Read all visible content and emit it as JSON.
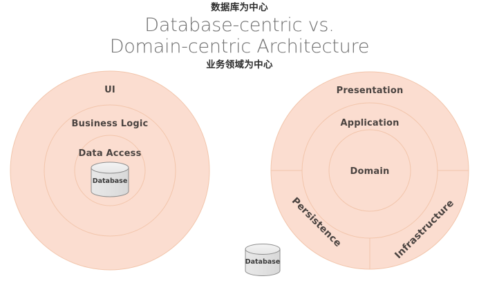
{
  "header": {
    "cn_top": "数据库为中心",
    "title_line1": "Database-centric vs.",
    "title_line2": "Domain-centric Architecture",
    "cn_bottom": "业务领域为中心"
  },
  "colors": {
    "ring_fill": "#fbddd0",
    "ring_stroke": "#f2c5ab",
    "label_text": "#4a4340",
    "title_text": "#6e6e6e",
    "cn_text": "#2b2b2b",
    "cylinder_fill": "#e3e3e3",
    "cylinder_top": "#efefef",
    "cylinder_stroke": "#8c8c8c",
    "background": "#ffffff"
  },
  "left_diagram": {
    "name": "database-centric",
    "rings": [
      {
        "label": "UI",
        "level": "outer"
      },
      {
        "label": "Business Logic",
        "level": "middle"
      },
      {
        "label": "Data Access",
        "level": "inner"
      }
    ],
    "center_node": {
      "label": "Database",
      "shape": "cylinder"
    }
  },
  "right_diagram": {
    "name": "domain-centric",
    "rings": [
      {
        "label": "Presentation",
        "level": "outer"
      },
      {
        "label": "Application",
        "level": "middle"
      },
      {
        "label": "Domain",
        "level": "inner"
      }
    ],
    "sectors": [
      {
        "label": "Persistence",
        "position": "lower-left"
      },
      {
        "label": "Infrastructure",
        "position": "lower-right"
      }
    ]
  },
  "external_node": {
    "label": "Database",
    "shape": "cylinder"
  }
}
